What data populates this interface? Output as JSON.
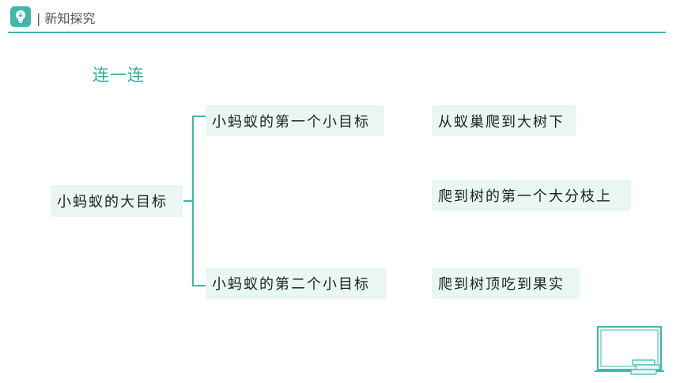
{
  "header": {
    "section_title": "| 新知探究",
    "logo_icon": "lightbulb-icon"
  },
  "task": {
    "title": "连一连"
  },
  "diagram": {
    "root": "小蚂蚁的大目标",
    "children": [
      "小蚂蚁的第一个小目标",
      "小蚂蚁的第二个小目标"
    ],
    "options": [
      "从蚁巢爬到大树下",
      "爬到树的第一个大分枝上",
      "爬到树顶吃到果实"
    ]
  },
  "colors": {
    "accent": "#3fb8a8",
    "box_bg": "#e9f6f4"
  }
}
